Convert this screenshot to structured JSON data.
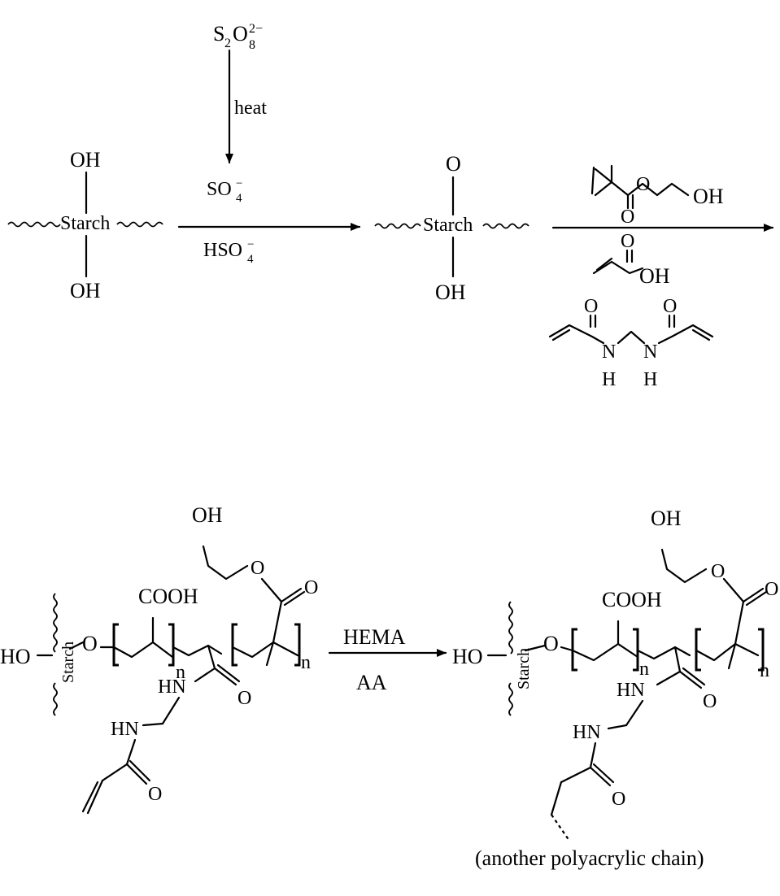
{
  "top": {
    "persulfate": {
      "base": "S",
      "sub1": "2",
      "o": "O",
      "sub2": "8",
      "sup": "2−"
    },
    "heat": "heat",
    "radical": {
      "base": "SO",
      "sub": "4",
      "sup": "−"
    },
    "bisulfate": {
      "base": "HSO",
      "sub": "4",
      "sup": "−"
    },
    "starch1": {
      "label": "Starch",
      "top": "OH",
      "bottom": "OH"
    },
    "starch2": {
      "label": "Starch",
      "top": "O",
      "bottom": "OH"
    },
    "hema": {
      "o_carbonyl": "O",
      "o_ester": "O",
      "oh": "OH"
    },
    "aa": {
      "o": "O",
      "oh": "OH"
    },
    "mba": {
      "o1": "O",
      "o2": "O",
      "n1": "N",
      "n2": "N",
      "h1": "H",
      "h2": "H"
    }
  },
  "bottom": {
    "left": {
      "ho": "HO",
      "starch": "Starch",
      "o_link": "O",
      "cooh": "COOH",
      "oh": "OH",
      "o_ester": "O",
      "o_carbonyl": "O",
      "n1": "n",
      "n2": "n",
      "hn1": "HN",
      "o_amide": "O",
      "hn2": "HN",
      "o_amide2": "O"
    },
    "arrow": {
      "top": "HEMA",
      "bottom": "AA"
    },
    "right": {
      "ho": "HO",
      "starch": "Starch",
      "o_link": "O",
      "cooh": "COOH",
      "oh": "OH",
      "o_ester": "O",
      "o_carbonyl": "O",
      "n1": "n",
      "n2": "n",
      "hn1": "HN",
      "o_amide": "O",
      "hn2": "HN",
      "o_amide2": "O",
      "note": "(another polyacrylic chain)"
    }
  }
}
